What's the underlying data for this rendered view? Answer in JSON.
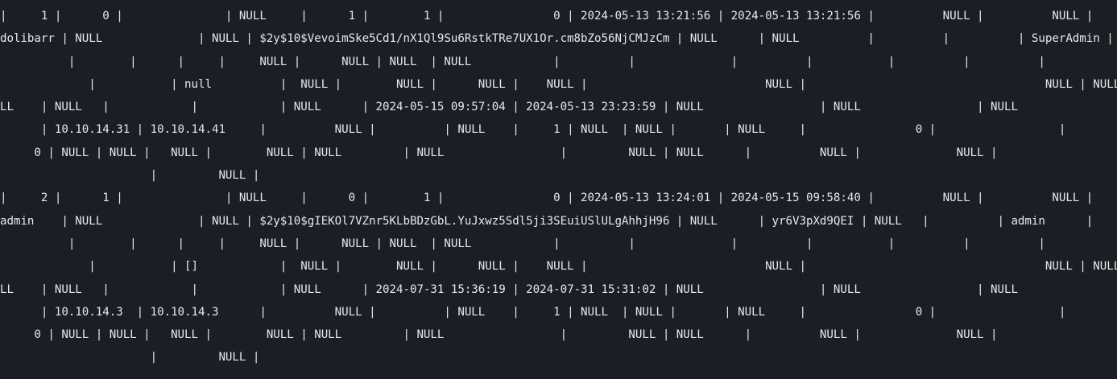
{
  "terminal": {
    "background": "#1b1e25",
    "foreground": "#e6e8ec",
    "query_output": {
      "records": [
        {
          "id": "1",
          "entity": "0",
          "login": "dolibarr",
          "pass_crypted": "$2y$10$VevoimSke5Cd1/nX1Ql9Su6RstkTRe7UX1Or.cm8bZo56NjCMJzCm",
          "datec": "2024-05-13 13:21:56",
          "tms": "2024-05-13 13:21:56",
          "lastname": "SuperAdmin",
          "datelastlogin": "2024-05-15 09:57:04",
          "datepreviouslogin": "2024-05-13 23:23:59",
          "iplastlogin": "10.10.14.31",
          "ippreviouslogin": "10.10.14.41",
          "json_field": "null",
          "lines": [
            "|     1 |      0 |               | NULL     |      1 |        1 |                0 | 2024-05-13 13:21:56 | 2024-05-13 13:21:56 |          NULL |          NULL |",
            "dolibarr | NULL              | NULL | $2y$10$VevoimSke5Cd1/nX1Ql9Su6RstkTRe7UX1Or.cm8bZo56NjCMJzCm | NULL      | NULL          |          |          | SuperAdmin |",
            "          |        |      |     |     NULL |      NULL | NULL  | NULL            |          |              |          |           |          |          |",
            "             |           | null          |  NULL |        NULL |      NULL |    NULL |                          NULL |                                   NULL | NULL    | NU",
            "LL    | NULL   |            |            | NULL      | 2024-05-15 09:57:04 | 2024-05-13 23:23:59 | NULL                 | NULL                 | NULL",
            "      | 10.10.14.31 | 10.10.14.41     |          NULL |          | NULL    |     1 | NULL  | NULL |       | NULL     |                0 |                  |",
            "     0 | NULL | NULL |   NULL |        NULL | NULL         | NULL                 |         NULL | NULL      |          NULL |              NULL |",
            "                      |         NULL |"
          ]
        },
        {
          "id": "2",
          "entity": "1",
          "login": "admin",
          "pass_crypted": "$2y$10$gIEKOl7VZnr5KLbBDzGbL.YuJxwz5Sdl5ji3SEuiUSlULgAhhjH96",
          "api_key": "yr6V3pXd9QEI",
          "datec": "2024-05-13 13:24:01",
          "tms": "2024-05-15 09:58:40",
          "lastname": "admin",
          "datelastlogin": "2024-07-31 15:36:19",
          "datepreviouslogin": "2024-07-31 15:31:02",
          "iplastlogin": "10.10.14.3",
          "ippreviouslogin": "10.10.14.3",
          "json_field": "[]",
          "lines": [
            "|     2 |      1 |               | NULL     |      0 |        1 |                0 | 2024-05-13 13:24:01 | 2024-05-15 09:58:40 |          NULL |          NULL |",
            "admin    | NULL              | NULL | $2y$10$gIEKOl7VZnr5KLbBDzGbL.YuJxwz5Sdl5ji3SEuiUSlULgAhhjH96 | NULL      | yr6V3pXd9QEI | NULL   |          | admin      |",
            "          |        |      |     |     NULL |      NULL | NULL  | NULL            |          |              |          |           |          |          |",
            "             |           | []            |  NULL |        NULL |      NULL |    NULL |                          NULL |                                   NULL | NULL    | NU",
            "LL    | NULL   |            |            | NULL      | 2024-07-31 15:36:19 | 2024-07-31 15:31:02 | NULL                 | NULL                 | NULL",
            "      | 10.10.14.3  | 10.10.14.3      |          NULL |          | NULL    |     1 | NULL  | NULL |       | NULL     |                0 |                  |",
            "     0 | NULL | NULL |   NULL |        NULL | NULL         | NULL                 |         NULL | NULL      |          NULL |              NULL |",
            "                      |         NULL |"
          ]
        }
      ]
    }
  }
}
